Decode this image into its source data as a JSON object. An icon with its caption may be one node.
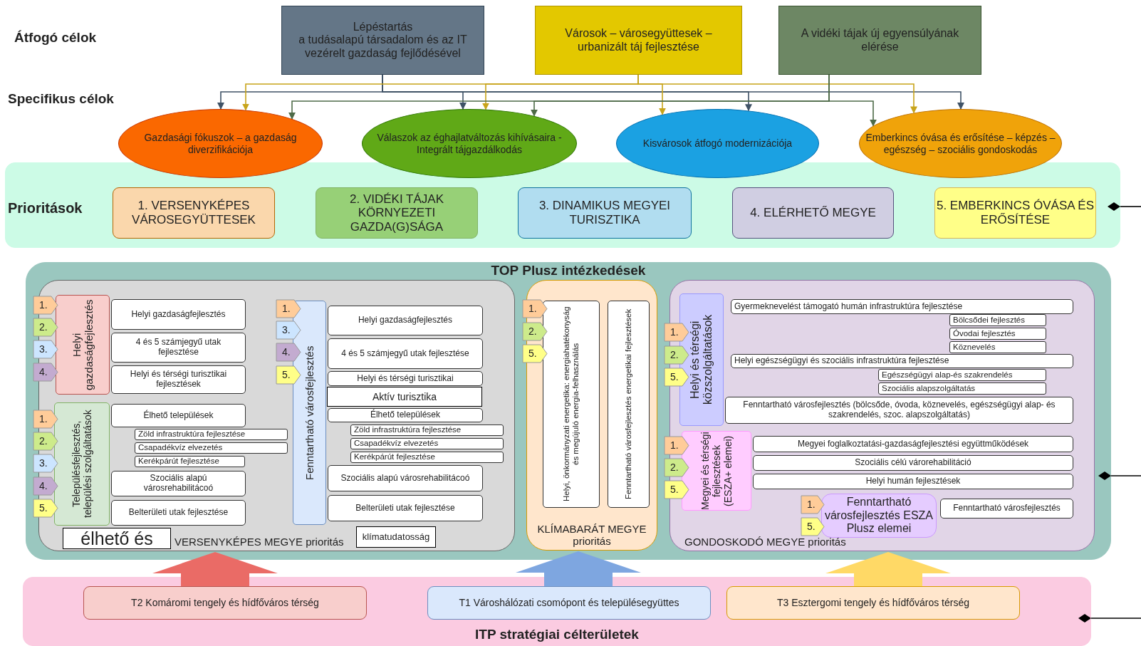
{
  "diagram": {
    "nodes": [
      {
        "text": [
          "Lépéstartás",
          "a tudásalapú társadalom és az IT vezérelt gazdaság fejlődésével"
        ]
      },
      {
        "text": [
          "Városok – városegyüttesek – urbanizált táj fejlesztése"
        ]
      },
      {
        "text": [
          "A vidéki tájak új egyensúlyának elérése"
        ]
      },
      {
        "text": [
          "Gazdasági fókuszok – a gazdaság diverzifikációja"
        ]
      },
      {
        "text": [
          "Válaszok az éghajlatváltozás kihívásaira - Integrált tájgazdálkodás"
        ]
      },
      {
        "text": [
          "Kisvárosok átfogó modernizációja"
        ]
      },
      {
        "text": [
          "Emberkincs óvása és erősítése – képzés – egészség – szociális gondoskodás"
        ]
      },
      {
        "text": [
          "Prioritások"
        ]
      },
      {
        "text": [
          "1. VERSENYKÉPES VÁROSEGYÜTTESEK"
        ],
        "in": 7
      },
      {
        "text": [
          "2. VIDÉKI TÁJAK KÖRNYEZETI GAZDA(G)SÁGA"
        ],
        "in": 7
      },
      {
        "text": [
          "3. DINAMIKUS MEGYEI TURISZTIKA"
        ],
        "in": 7
      },
      {
        "text": [
          "4. ELÉRHETŐ MEGYE"
        ],
        "in": 7
      },
      {
        "text": [
          "5. EMBERKINCS ÓVÁSA ÉS ERŐSÍTÉSE"
        ],
        "in": 7
      },
      {
        "text": [
          "TOP Plusz intézkedések"
        ]
      },
      {
        "text": [
          "VERSENYKÉPES MEGYE prioritás"
        ],
        "in": 13
      },
      {
        "text": [
          "Helyi gazdaságfejlesztés"
        ],
        "in": 14
      },
      {
        "text": [
          "1."
        ],
        "in": 13
      },
      {
        "text": [
          "2."
        ],
        "in": 13
      },
      {
        "text": [
          "3."
        ],
        "in": 13
      },
      {
        "text": [
          "4."
        ],
        "in": 13
      },
      {
        "text": [
          "Helyi gazdaságfejlesztés"
        ],
        "in": 14
      },
      {
        "text": [
          "4 és 5 számjegyű utak fejlesztése"
        ],
        "in": 14
      },
      {
        "text": [
          "Helyi és térségi turisztikai fejlesztések"
        ],
        "in": 14
      },
      {
        "text": [
          "Településfejlesztés, települési szolgáltatások"
        ],
        "in": 14
      },
      {
        "text": [
          "1."
        ],
        "in": 13
      },
      {
        "text": [
          "2."
        ],
        "in": 13
      },
      {
        "text": [
          "3."
        ],
        "in": 13
      },
      {
        "text": [
          "4."
        ],
        "in": 13
      },
      {
        "text": [
          "5."
        ],
        "in": 13
      },
      {
        "text": [
          "Élhető települések"
        ],
        "in": 14
      },
      {
        "text": [
          "Zöld infrastruktúra fejlesztése"
        ],
        "in": 14
      },
      {
        "text": [
          "Csapadékvíz elvezetés"
        ],
        "in": 14
      },
      {
        "text": [
          "Kerékpárút fejlesztése"
        ],
        "in": 14
      },
      {
        "text": [
          "Szociális alapú városrehabilitácoó"
        ],
        "in": 14
      },
      {
        "text": [
          "Belterületi utak fejlesztése"
        ],
        "in": 14
      },
      {
        "text": [
          "Fenntartható városfejlesztés"
        ],
        "in": 14
      },
      {
        "text": [
          "1."
        ],
        "in": 14
      },
      {
        "text": [
          "3."
        ],
        "in": 14
      },
      {
        "text": [
          "4."
        ],
        "in": 14
      },
      {
        "text": [
          "5."
        ],
        "in": 14
      },
      {
        "text": [
          "Helyi gazdaságfejlesztés"
        ],
        "in": 14
      },
      {
        "text": [
          "4 és 5 számjegyű utak fejlesztése"
        ],
        "in": 14
      },
      {
        "text": [
          "Helyi és térségi turisztikai"
        ],
        "in": 14
      },
      {
        "text": [
          "Élhető települések"
        ],
        "in": 14
      },
      {
        "text": [
          "Zöld infrastruktúra fejlesztése"
        ],
        "in": 14
      },
      {
        "text": [
          "Csapadékvíz elvezetés"
        ],
        "in": 14
      },
      {
        "text": [
          "Kerékpárút fejlesztése"
        ],
        "in": 14
      },
      {
        "text": [
          "Szociális alapú városrehabilitácoó"
        ],
        "in": 14
      },
      {
        "text": [
          "Belterületi utak fejlesztése"
        ],
        "in": 14
      },
      {
        "text": [
          "KLÍMABARÁT MEGYE prioritás"
        ],
        "in": 13
      },
      {
        "text": [
          "1."
        ],
        "in": 13
      },
      {
        "text": [
          "2."
        ],
        "in": 13
      },
      {
        "text": [
          "5."
        ],
        "in": 13
      },
      {
        "text": [
          "Helyi, önkormányzati energetika: energiahatékonyság és megújuló energia-felhasználás"
        ],
        "in": 49
      },
      {
        "text": [
          "Fenntartható városfejlesztés energetikai fejlesztések"
        ],
        "in": 49
      },
      {
        "text": [
          "GONDOSKODÓ MEGYE prioritás"
        ],
        "in": 13
      },
      {
        "text": [
          "Helyi és térségi közszolgáltatások"
        ],
        "in": 55
      },
      {
        "text": [
          "1."
        ],
        "in": 13
      },
      {
        "text": [
          "2."
        ],
        "in": 13
      },
      {
        "text": [
          "5."
        ],
        "in": 13
      },
      {
        "text": [
          "Gyermeknevelést támogató humán infrastruktúra fejlesztése"
        ],
        "in": 55
      },
      {
        "text": [
          "Bölcsődei fejlesztés"
        ],
        "in": 55
      },
      {
        "text": [
          "Óvodai fejlesztés"
        ],
        "in": 55
      },
      {
        "text": [
          "Köznevelés"
        ],
        "in": 55
      },
      {
        "text": [
          "Helyi egészségügyi és szociális infrastruktúra fejlesztése"
        ],
        "in": 55
      },
      {
        "text": [
          "Egészségügyi alap-és szakrendelés"
        ],
        "in": 55
      },
      {
        "text": [
          "Szociális alapszolgáltatás"
        ],
        "in": 55
      },
      {
        "text": [
          "Fenntartható városfejlesztés (bölcsőde, óvoda, köznevelés, egészségügyi alap- és szakrendelés, szoc. alapszolgáltatás)"
        ],
        "in": 55
      },
      {
        "text": [
          "Megyei és térségi fejlesztések (ESZA+ elemei)"
        ],
        "in": 55
      },
      {
        "text": [
          "1."
        ],
        "in": 13
      },
      {
        "text": [
          "2."
        ],
        "in": 13
      },
      {
        "text": [
          "5."
        ],
        "in": 13
      },
      {
        "text": [
          "Megyei foglalkoztatási-gazdaságfejlesztési együttműködések"
        ],
        "in": 55
      },
      {
        "text": [
          "Szociális célú várorehabilitáció"
        ],
        "in": 55
      },
      {
        "text": [
          "Helyi humán fejlesztések"
        ],
        "in": 55
      },
      {
        "text": [
          "Fenntartható városfejlesztés ESZA Plusz elemei"
        ],
        "in": 55
      },
      {
        "text": [
          "1."
        ],
        "in": 55
      },
      {
        "text": [
          "5."
        ],
        "in": 55
      },
      {
        "text": [
          "Fenntartható városfejlesztés"
        ],
        "in": 55
      },
      {
        "text": [
          "ITP stratégiai célterületek"
        ]
      },
      {
        "text": [
          "T2 Komáromi tengely és hídfőváros térség"
        ],
        "in": 79
      },
      {
        "text": [
          "T1 Városhálózati csomópont és településegyüttes"
        ],
        "in": 79
      },
      {
        "text": [
          "T3 Esztergomi tengely és hídfőváros térség"
        ],
        "in": 79
      },
      {
        "text": [
          "Aktív turisztika"
        ],
        "in": 14
      },
      {
        "text": [
          "klímatudatosság"
        ],
        "in": 14
      },
      {
        "text": [
          "élhető és"
        ],
        "in": 14
      }
    ],
    "edges": [
      {
        "from": 0,
        "to": 3,
        "arrow": "to",
        "color": "#3f5266"
      },
      {
        "from": 0,
        "to": 4,
        "arrow": "to",
        "color": "#3f5266"
      },
      {
        "from": 0,
        "to": 5,
        "arrow": "to",
        "color": "#3f5266"
      },
      {
        "from": 0,
        "to": 6,
        "arrow": "to",
        "color": "#3f5266"
      },
      {
        "from": 1,
        "to": 3,
        "arrow": "to",
        "color": "#c8a41a"
      },
      {
        "from": 1,
        "to": 4,
        "arrow": "to",
        "color": "#c8a41a"
      },
      {
        "from": 1,
        "to": 5,
        "arrow": "to",
        "color": "#c8a41a"
      },
      {
        "from": 1,
        "to": 6,
        "arrow": "to",
        "color": "#c8a41a"
      },
      {
        "from": 2,
        "to": 3,
        "arrow": "to",
        "color": "#4e6b48"
      },
      {
        "from": 2,
        "to": 4,
        "arrow": "to",
        "color": "#4e6b48"
      },
      {
        "from": 2,
        "to": 6,
        "arrow": "to",
        "color": "#4e6b48"
      },
      {
        "from": 80,
        "to": 14,
        "arrow": "to",
        "style": "thick",
        "color": "#ea6b66"
      },
      {
        "from": 81,
        "to": 49,
        "arrow": "to",
        "style": "thick",
        "color": "#7ea6e0"
      },
      {
        "from": 82,
        "to": 55,
        "arrow": "to",
        "style": "thick",
        "color": "#ffd966"
      },
      {
        "from": 7,
        "to": null,
        "arrow": "other",
        "color": "#000000"
      },
      {
        "from": 13,
        "to": null,
        "arrow": "other",
        "color": "#000000"
      },
      {
        "from": 79,
        "to": null,
        "arrow": "other",
        "color": "#000000"
      }
    ],
    "labels": [
      "Átfogó célok",
      "Specifikus célok"
    ]
  }
}
